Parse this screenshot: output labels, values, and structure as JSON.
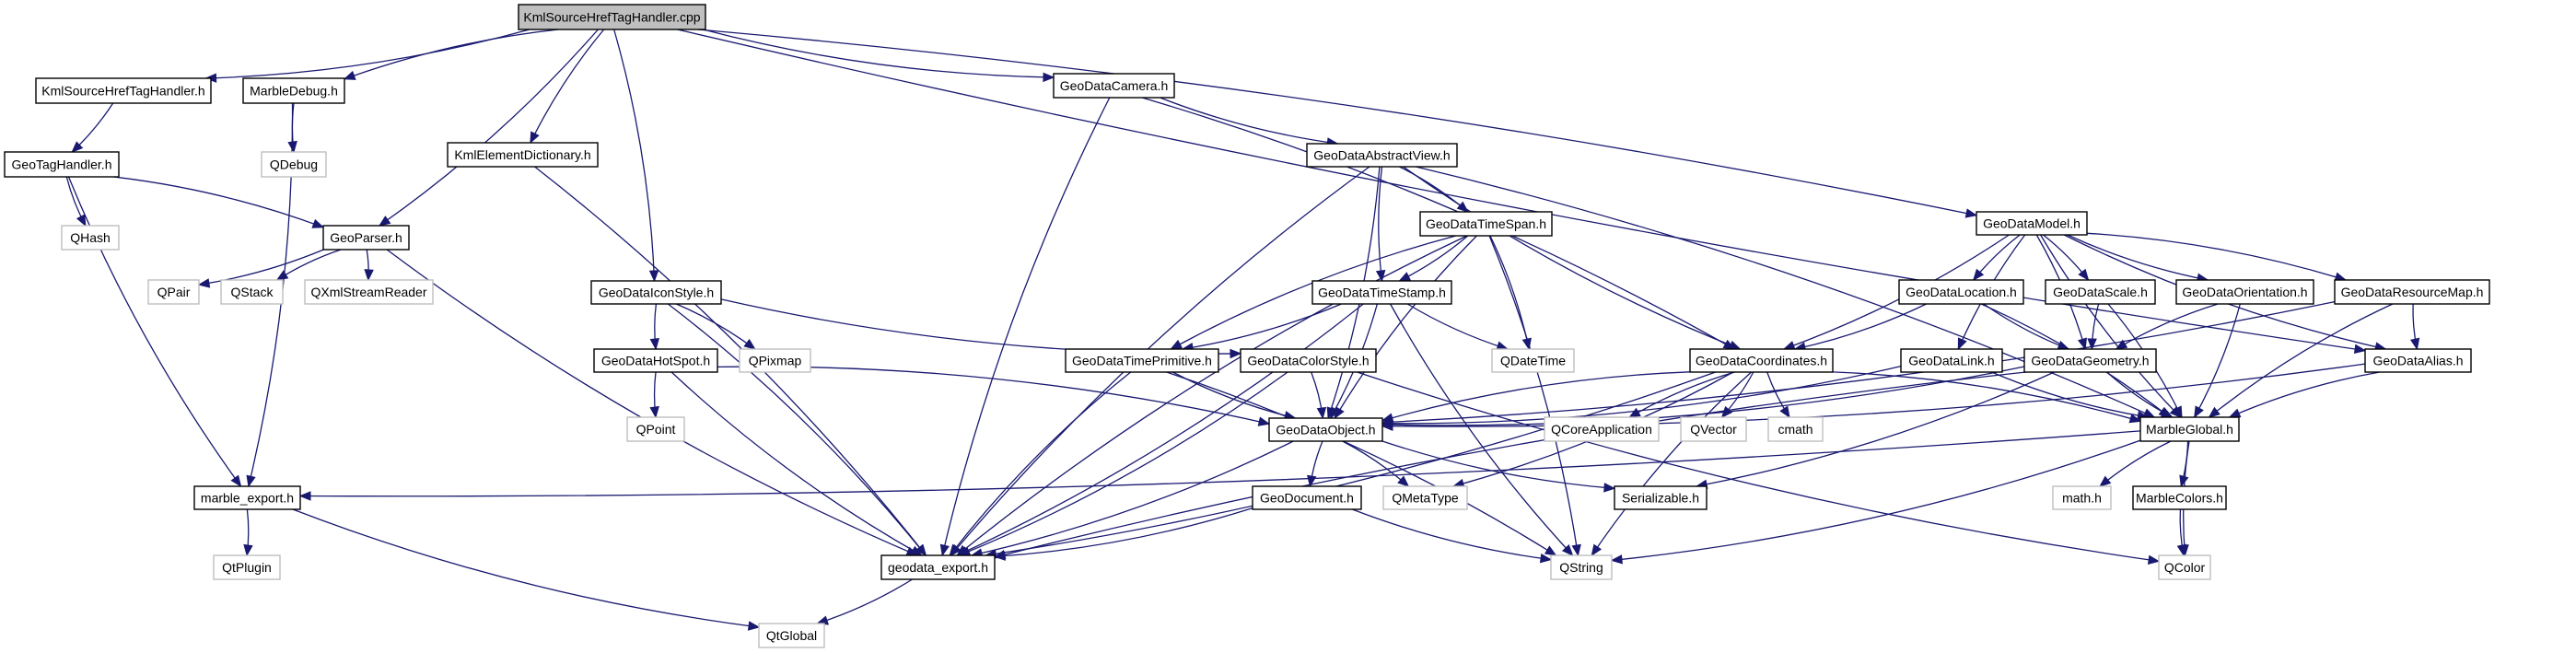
{
  "graph": {
    "title": "KmlSourceHrefTagHandler.cpp",
    "colors": {
      "edge": "#191970",
      "root_fill": "#bfbfbf",
      "internal_border": "#000000",
      "external_border": "#bfbfbf"
    },
    "nodes": [
      {
        "id": "root",
        "label": "KmlSourceHrefTagHandler.cpp",
        "kind": "root"
      },
      {
        "id": "ksh_h",
        "label": "KmlSourceHrefTagHandler.h",
        "kind": "internal"
      },
      {
        "id": "mdebug",
        "label": "MarbleDebug.h",
        "kind": "internal"
      },
      {
        "id": "qdebug",
        "label": "QDebug",
        "kind": "external"
      },
      {
        "id": "geotag",
        "label": "GeoTagHandler.h",
        "kind": "internal"
      },
      {
        "id": "kmlelem",
        "label": "KmlElementDictionary.h",
        "kind": "internal"
      },
      {
        "id": "qhash",
        "label": "QHash",
        "kind": "external"
      },
      {
        "id": "geoparser",
        "label": "GeoParser.h",
        "kind": "internal"
      },
      {
        "id": "qpair",
        "label": "QPair",
        "kind": "external"
      },
      {
        "id": "qstack",
        "label": "QStack",
        "kind": "external"
      },
      {
        "id": "qxml",
        "label": "QXmlStreamReader",
        "kind": "external"
      },
      {
        "id": "iconstyle",
        "label": "GeoDataIconStyle.h",
        "kind": "internal"
      },
      {
        "id": "hotspot",
        "label": "GeoDataHotSpot.h",
        "kind": "internal"
      },
      {
        "id": "qpixmap",
        "label": "QPixmap",
        "kind": "external"
      },
      {
        "id": "qpoint",
        "label": "QPoint",
        "kind": "external"
      },
      {
        "id": "marble_export",
        "label": "marble_export.h",
        "kind": "internal"
      },
      {
        "id": "qtplugin",
        "label": "QtPlugin",
        "kind": "external"
      },
      {
        "id": "qtglobal",
        "label": "QtGlobal",
        "kind": "external"
      },
      {
        "id": "geodata_export",
        "label": "geodata_export.h",
        "kind": "internal"
      },
      {
        "id": "camera",
        "label": "GeoDataCamera.h",
        "kind": "internal"
      },
      {
        "id": "abstractview",
        "label": "GeoDataAbstractView.h",
        "kind": "internal"
      },
      {
        "id": "timespan",
        "label": "GeoDataTimeSpan.h",
        "kind": "internal"
      },
      {
        "id": "timestamp",
        "label": "GeoDataTimeStamp.h",
        "kind": "internal"
      },
      {
        "id": "timeprim",
        "label": "GeoDataTimePrimitive.h",
        "kind": "internal"
      },
      {
        "id": "colorstyle",
        "label": "GeoDataColorStyle.h",
        "kind": "internal"
      },
      {
        "id": "qdatetime",
        "label": "QDateTime",
        "kind": "external"
      },
      {
        "id": "object",
        "label": "GeoDataObject.h",
        "kind": "internal"
      },
      {
        "id": "document",
        "label": "GeoDocument.h",
        "kind": "internal"
      },
      {
        "id": "qmetatype",
        "label": "QMetaType",
        "kind": "external"
      },
      {
        "id": "qstring",
        "label": "QString",
        "kind": "external"
      },
      {
        "id": "qcoreapp",
        "label": "QCoreApplication",
        "kind": "external"
      },
      {
        "id": "serializable",
        "label": "Serializable.h",
        "kind": "internal"
      },
      {
        "id": "coords",
        "label": "GeoDataCoordinates.h",
        "kind": "internal"
      },
      {
        "id": "qvector",
        "label": "QVector",
        "kind": "external"
      },
      {
        "id": "cmath",
        "label": "cmath",
        "kind": "external"
      },
      {
        "id": "model",
        "label": "GeoDataModel.h",
        "kind": "internal"
      },
      {
        "id": "location",
        "label": "GeoDataLocation.h",
        "kind": "internal"
      },
      {
        "id": "scale",
        "label": "GeoDataScale.h",
        "kind": "internal"
      },
      {
        "id": "orientation",
        "label": "GeoDataOrientation.h",
        "kind": "internal"
      },
      {
        "id": "resmap",
        "label": "GeoDataResourceMap.h",
        "kind": "internal"
      },
      {
        "id": "link",
        "label": "GeoDataLink.h",
        "kind": "internal"
      },
      {
        "id": "geometry",
        "label": "GeoDataGeometry.h",
        "kind": "internal"
      },
      {
        "id": "alias",
        "label": "GeoDataAlias.h",
        "kind": "internal"
      },
      {
        "id": "mglobal",
        "label": "MarbleGlobal.h",
        "kind": "internal"
      },
      {
        "id": "mathh",
        "label": "math.h",
        "kind": "external"
      },
      {
        "id": "mcolors",
        "label": "MarbleColors.h",
        "kind": "internal"
      },
      {
        "id": "qcolor",
        "label": "QColor",
        "kind": "external"
      }
    ],
    "edges": [
      [
        "root",
        "ksh_h"
      ],
      [
        "root",
        "mdebug"
      ],
      [
        "root",
        "geoparser"
      ],
      [
        "root",
        "kmlelem"
      ],
      [
        "root",
        "iconstyle"
      ],
      [
        "root",
        "camera"
      ],
      [
        "root",
        "model"
      ],
      [
        "root",
        "alias"
      ],
      [
        "ksh_h",
        "geotag"
      ],
      [
        "mdebug",
        "qdebug"
      ],
      [
        "mdebug",
        "marble_export"
      ],
      [
        "geotag",
        "qhash"
      ],
      [
        "geotag",
        "geoparser"
      ],
      [
        "geotag",
        "marble_export"
      ],
      [
        "geoparser",
        "qpair"
      ],
      [
        "geoparser",
        "qstack"
      ],
      [
        "geoparser",
        "qxml"
      ],
      [
        "geoparser",
        "geodata_export"
      ],
      [
        "kmlelem",
        "geodata_export"
      ],
      [
        "iconstyle",
        "hotspot"
      ],
      [
        "iconstyle",
        "qpixmap"
      ],
      [
        "iconstyle",
        "colorstyle"
      ],
      [
        "iconstyle",
        "geodata_export"
      ],
      [
        "hotspot",
        "qpoint"
      ],
      [
        "hotspot",
        "object"
      ],
      [
        "hotspot",
        "geodata_export"
      ],
      [
        "marble_export",
        "qtplugin"
      ],
      [
        "marble_export",
        "qtglobal"
      ],
      [
        "geodata_export",
        "qtglobal"
      ],
      [
        "camera",
        "abstractview"
      ],
      [
        "camera",
        "coords"
      ],
      [
        "camera",
        "geodata_export"
      ],
      [
        "abstractview",
        "timespan"
      ],
      [
        "abstractview",
        "timestamp"
      ],
      [
        "abstractview",
        "object"
      ],
      [
        "abstractview",
        "coords"
      ],
      [
        "abstractview",
        "mglobal"
      ],
      [
        "abstractview",
        "geodata_export"
      ],
      [
        "timespan",
        "timestamp"
      ],
      [
        "timespan",
        "timeprim"
      ],
      [
        "timespan",
        "qdatetime"
      ],
      [
        "timespan",
        "object"
      ],
      [
        "timespan",
        "qstring"
      ],
      [
        "timespan",
        "geodata_export"
      ],
      [
        "timestamp",
        "timeprim"
      ],
      [
        "timestamp",
        "qdatetime"
      ],
      [
        "timestamp",
        "object"
      ],
      [
        "timestamp",
        "qstring"
      ],
      [
        "timestamp",
        "geodata_export"
      ],
      [
        "timeprim",
        "object"
      ],
      [
        "timeprim",
        "qstring"
      ],
      [
        "timeprim",
        "geodata_export"
      ],
      [
        "colorstyle",
        "object"
      ],
      [
        "colorstyle",
        "qcolor"
      ],
      [
        "colorstyle",
        "geodata_export"
      ],
      [
        "object",
        "document"
      ],
      [
        "object",
        "qmetatype"
      ],
      [
        "object",
        "serializable"
      ],
      [
        "object",
        "geodata_export"
      ],
      [
        "document",
        "qstring"
      ],
      [
        "document",
        "geodata_export"
      ],
      [
        "coords",
        "qcoreapp"
      ],
      [
        "coords",
        "qvector"
      ],
      [
        "coords",
        "cmath"
      ],
      [
        "coords",
        "qmetatype"
      ],
      [
        "coords",
        "object"
      ],
      [
        "coords",
        "mglobal"
      ],
      [
        "coords",
        "qstring"
      ],
      [
        "coords",
        "geodata_export"
      ],
      [
        "model",
        "location"
      ],
      [
        "model",
        "scale"
      ],
      [
        "model",
        "orientation"
      ],
      [
        "model",
        "resmap"
      ],
      [
        "model",
        "link"
      ],
      [
        "model",
        "geometry"
      ],
      [
        "model",
        "alias"
      ],
      [
        "model",
        "coords"
      ],
      [
        "model",
        "mglobal"
      ],
      [
        "location",
        "coords"
      ],
      [
        "location",
        "geometry"
      ],
      [
        "location",
        "mglobal"
      ],
      [
        "scale",
        "geometry"
      ],
      [
        "scale",
        "mglobal"
      ],
      [
        "orientation",
        "geometry"
      ],
      [
        "orientation",
        "mglobal"
      ],
      [
        "resmap",
        "alias"
      ],
      [
        "resmap",
        "object"
      ],
      [
        "resmap",
        "mglobal"
      ],
      [
        "link",
        "object"
      ],
      [
        "link",
        "mglobal"
      ],
      [
        "geometry",
        "object"
      ],
      [
        "geometry",
        "mglobal"
      ],
      [
        "geometry",
        "serializable"
      ],
      [
        "geometry",
        "geodata_export"
      ],
      [
        "alias",
        "object"
      ],
      [
        "alias",
        "mglobal"
      ],
      [
        "mglobal",
        "marble_export"
      ],
      [
        "mglobal",
        "mathh"
      ],
      [
        "mglobal",
        "mcolors"
      ],
      [
        "mglobal",
        "qcolor"
      ],
      [
        "mglobal",
        "qstring"
      ],
      [
        "mcolors",
        "qcolor"
      ]
    ]
  }
}
